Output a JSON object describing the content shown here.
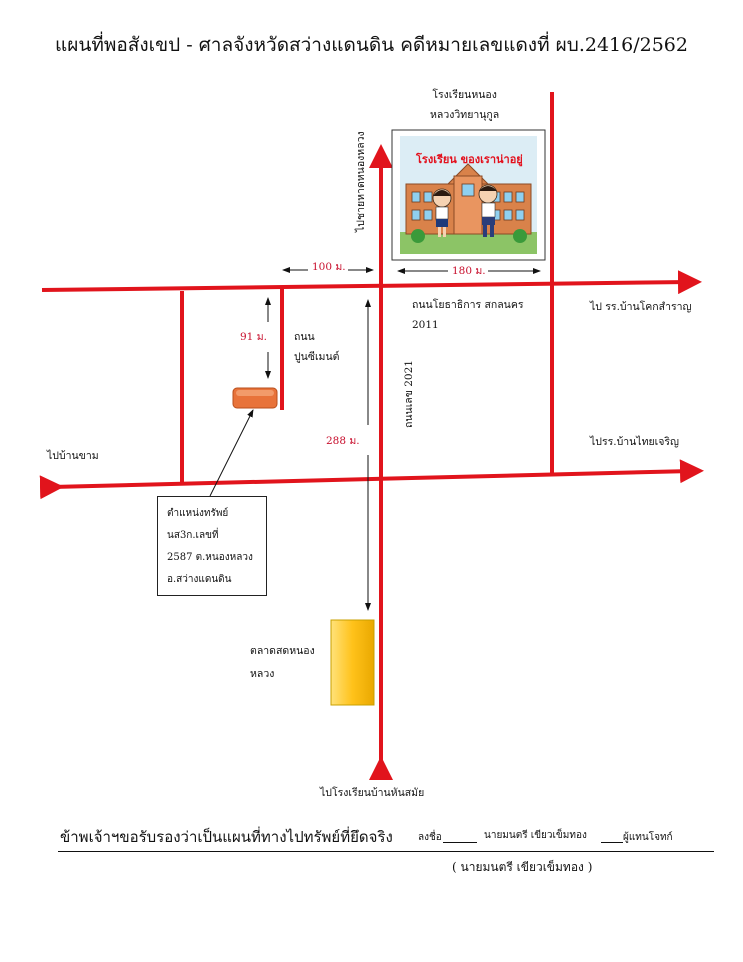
{
  "title": "แผนที่พอสังเขป - ศาลจังหวัดสว่างแดนดิน คดีหมายเลขแดงที่ ผบ.2416/2562",
  "school": {
    "name_line1": "โรงเรียนหนอง",
    "name_line2": "หลวงวิทยานุกูล",
    "sign_text": "โรงเรียน ของเราน่าอยู่"
  },
  "labels": {
    "to_north_road": "ไปชายหาดหนองหลวง",
    "dist_100": "100 ม.",
    "dist_180": "180 ม.",
    "dist_91": "91 ม.",
    "dist_288": "288 ม.",
    "road_name_line1": "ถนนโยธาธิการ สกลนคร",
    "road_name_line2": "2011",
    "road_cement_line1": "ถนน",
    "road_cement_line2": "ปูนซีเมนต์",
    "road_2021": "ถนนเลข 2021",
    "to_east_top": "ไป รร.บ้านโคกสำราญ",
    "to_east_bottom": "ไปรร.บ้านไทยเจริญ",
    "to_west": "ไปบ้านขาม",
    "market_line1": "ตลาดสดหนอง",
    "market_line2": "หลวง",
    "to_south": "ไปโรงเรียนบ้านหันสมัย"
  },
  "property": {
    "line1": "ตำแหน่งทรัพย์",
    "line2": "นส3ก.เลขที่",
    "line3": "2587 ต.หนองหลวง",
    "line4": "อ.สว่างแดนดิน"
  },
  "footer": {
    "certify": "ข้าพเจ้าฯขอรับรองว่าเป็นแผนที่ทางไปทรัพย์ที่ยึดจริง",
    "sign_prefix": "ลงชื่อ",
    "signer": "นายมนตรี เขียวเข็มทอง",
    "role": "ผู้แทนโจทก์",
    "printed_name": "( นายมนตรี เขียวเข็มทอง )"
  },
  "colors": {
    "road": "#e1141c",
    "property_marker": "#e8733a",
    "market": "#ffc21a",
    "distance_text": "#c8102e"
  }
}
